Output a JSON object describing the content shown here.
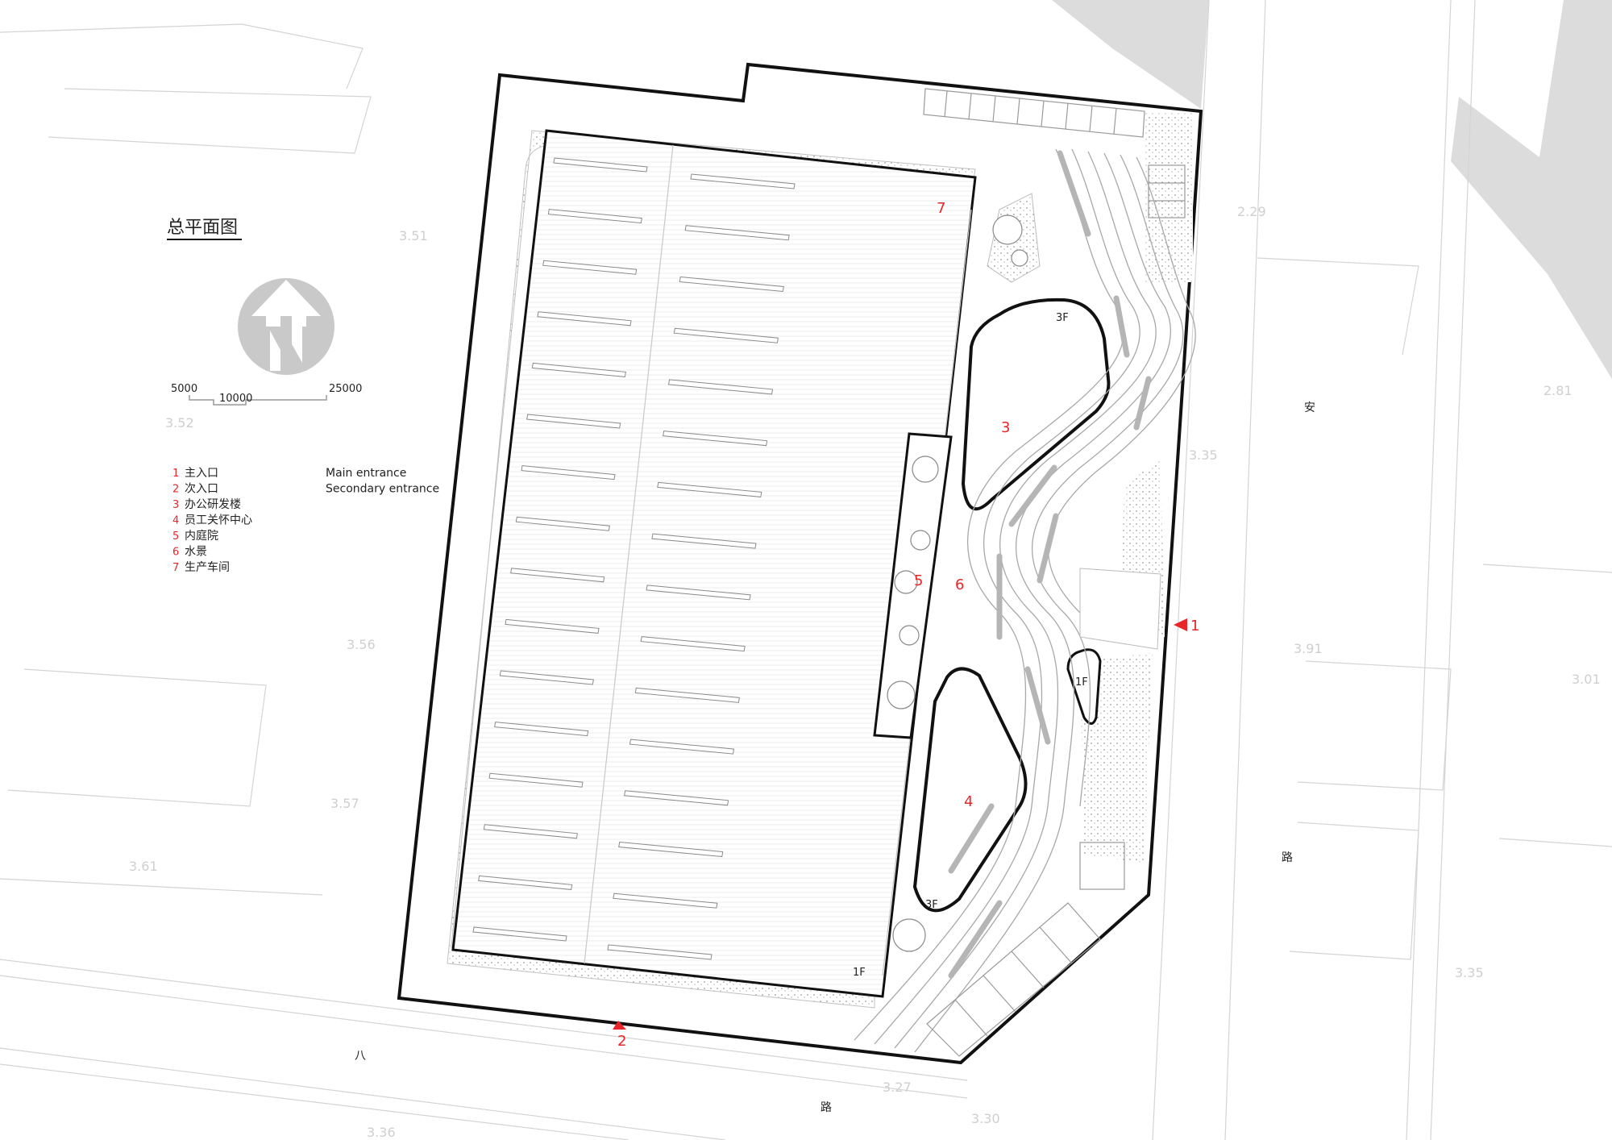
{
  "title": "总平面图",
  "scale_bar": {
    "labels": [
      "5000",
      "10000",
      "25000"
    ]
  },
  "legend": [
    {
      "num": "1",
      "zh": "主入口",
      "en": "Main entrance"
    },
    {
      "num": "2",
      "zh": "次入口",
      "en": "Secondary entrance"
    },
    {
      "num": "3",
      "zh": "办公研发楼",
      "en": ""
    },
    {
      "num": "4",
      "zh": "员工关怀中心",
      "en": ""
    },
    {
      "num": "5",
      "zh": "内庭院",
      "en": ""
    },
    {
      "num": "6",
      "zh": "水景",
      "en": ""
    },
    {
      "num": "7",
      "zh": "生产车间",
      "en": ""
    }
  ],
  "plan_numbers": {
    "n1": "1",
    "n2": "2",
    "n3": "3",
    "n4": "4",
    "n5": "5",
    "n6": "6",
    "n7": "7"
  },
  "floor_tags": {
    "f3_upper": "3F",
    "f3_lower": "3F",
    "f1_small": "1F",
    "f1_main": "1F"
  },
  "road_chars": {
    "an": "安",
    "lu_east": "路",
    "ba": "八",
    "lu_south": "路"
  },
  "terrain_elevations": [
    "3.51",
    "3.52",
    "3.56",
    "3.57",
    "3.61",
    "2.29",
    "2.81",
    "3.35",
    "3.91",
    "3.01",
    "3.35",
    "3.27",
    "3.36",
    "3.30"
  ],
  "colors": {
    "accent_red": "#e8262a",
    "outline": "#111111",
    "road_gray": "#d9d9d9",
    "context_line": "#cfcfcf"
  }
}
